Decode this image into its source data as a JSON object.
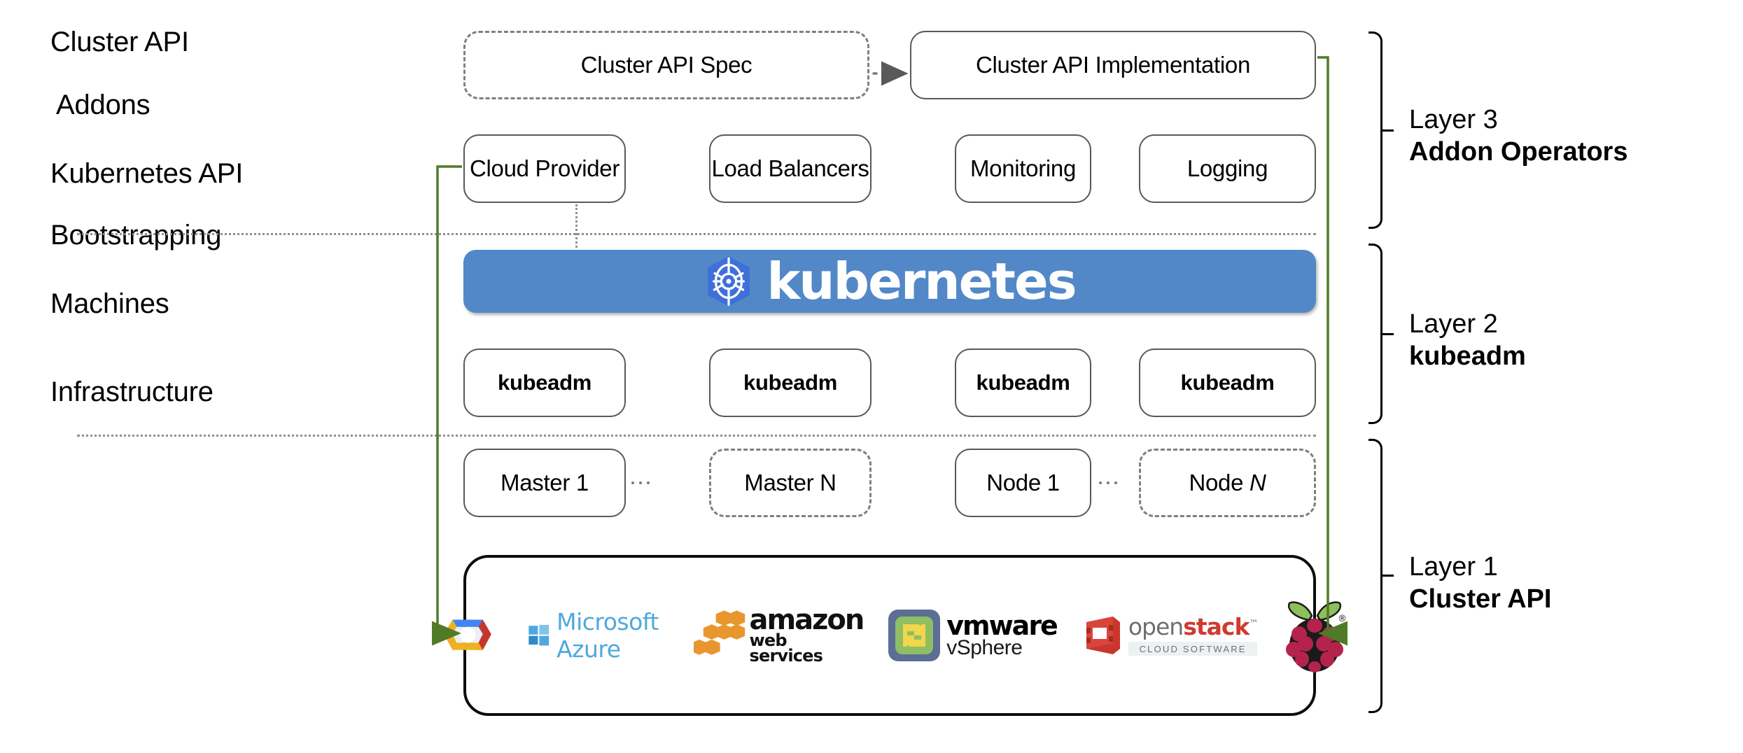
{
  "diagram": {
    "title": "Kubernetes Cluster API layered architecture",
    "accent_green": "#4F7A28",
    "k8s_blue": "#5288C8",
    "k8s_logo_blue": "#3F6FD8"
  },
  "row_labels": [
    {
      "id": "cluster-api",
      "text": "Cluster API"
    },
    {
      "id": "addons",
      "text": "Addons"
    },
    {
      "id": "kubernetes-api",
      "text": "Kubernetes API"
    },
    {
      "id": "bootstrapping",
      "text": "Bootstrapping"
    },
    {
      "id": "machines",
      "text": "Machines"
    },
    {
      "id": "infrastructure",
      "text": "Infrastructure"
    }
  ],
  "cluster_api_row": {
    "spec_box": {
      "label": "Cluster API Spec",
      "style": "dashed"
    },
    "implementation_box": {
      "label": "Cluster API Implementation",
      "style": "solid"
    },
    "connector": "dotted-arrow-right"
  },
  "addons_row": {
    "boxes": [
      {
        "label": "Cloud Provider"
      },
      {
        "label": "Load Balancers"
      },
      {
        "label": "Monitoring"
      },
      {
        "label": "Logging"
      }
    ]
  },
  "kubernetes_api_row": {
    "banner": {
      "wordmark": "kubernetes",
      "logo_name": "kubernetes-helm-icon",
      "background": "#5288C8"
    }
  },
  "bootstrapping_row": {
    "boxes": [
      {
        "label": "kubeadm"
      },
      {
        "label": "kubeadm"
      },
      {
        "label": "kubeadm"
      },
      {
        "label": "kubeadm"
      }
    ]
  },
  "machines_row": {
    "boxes": [
      {
        "label": "Master 1",
        "style": "solid",
        "italic_suffix": ""
      },
      {
        "label": "Master N",
        "style": "dashed",
        "italic_suffix": ""
      },
      {
        "label": "Node 1",
        "style": "solid",
        "italic_suffix": ""
      },
      {
        "label": "Node ",
        "style": "dashed",
        "italic_suffix": "N"
      }
    ]
  },
  "infrastructure_row": {
    "providers": [
      {
        "name": "google-cloud-platform",
        "text": ""
      },
      {
        "name": "microsoft-azure",
        "text": "Microsoft Azure"
      },
      {
        "name": "amazon-web-services",
        "text_primary": "amazon",
        "text_secondary": "web services"
      },
      {
        "name": "vmware-vsphere",
        "text_primary": "vmware",
        "text_secondary": "vSphere"
      },
      {
        "name": "openstack",
        "text_primary_a": "open",
        "text_primary_b": "stack",
        "text_secondary": "CLOUD SOFTWARE"
      },
      {
        "name": "raspberry-pi",
        "text": ""
      }
    ]
  },
  "layers": [
    {
      "id": "layer-3",
      "line1": "Layer 3",
      "line2": "Addon Operators"
    },
    {
      "id": "layer-2",
      "line1": "Layer 2",
      "line2": "kubeadm"
    },
    {
      "id": "layer-1",
      "line1": "Layer 1",
      "line2": "Cluster API"
    }
  ]
}
